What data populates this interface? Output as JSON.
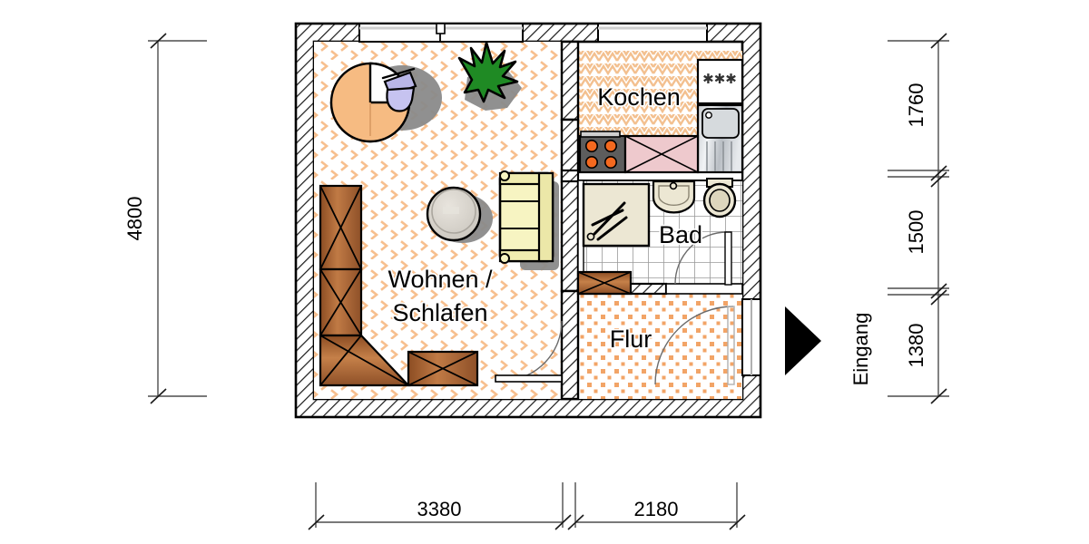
{
  "plan": {
    "title_visible": false,
    "rooms": [
      {
        "id": "wohnen",
        "label_line1": "Wohnen /",
        "label_line2": "Schlafen",
        "floor_pattern": "chevron-orange"
      },
      {
        "id": "kochen",
        "label": "Kochen",
        "floor_pattern": "zigzag-orange"
      },
      {
        "id": "bad",
        "label": "Bad",
        "floor_pattern": "tile-grid-white"
      },
      {
        "id": "flur",
        "label": "Flur",
        "floor_pattern": "dots-orange"
      }
    ],
    "entrance": {
      "label": "Eingang",
      "marker": "left-pointing-triangle"
    },
    "dimensions": {
      "left": [
        {
          "value": "4800",
          "orientation": "vertical"
        }
      ],
      "right": [
        {
          "value": "1760",
          "orientation": "vertical"
        },
        {
          "value": "1500",
          "orientation": "vertical"
        },
        {
          "value": "1380",
          "orientation": "vertical"
        }
      ],
      "bottom": [
        {
          "value": "3380",
          "orientation": "horizontal"
        },
        {
          "value": "2180",
          "orientation": "horizontal"
        }
      ]
    },
    "fixtures": {
      "kitchen": [
        "stove-icon",
        "counter-icon",
        "refrigerator-icon",
        "sink-icon"
      ],
      "bathroom": [
        "shower-icon",
        "washbasin-icon",
        "toilet-icon"
      ],
      "hall": [
        "wardrobe-icon"
      ],
      "living": [
        "wardrobe-l-shape-icon",
        "round-table-icon",
        "sofa-icon",
        "dining-table-icon",
        "chair-icon",
        "plant-icon"
      ]
    },
    "colors": {
      "wall_fill": "#ffffff",
      "wall_stroke": "#000000",
      "floor_orange": "#f5b97f",
      "wood_brown": "#b5713c",
      "sofa_cream": "#f7f4c2",
      "counter_pink": "#eec9cd",
      "appliance_gray": "#c9cdd1",
      "plant_green": "#1f8a24",
      "chair_lavender": "#c3c0ef",
      "shadow_gray": "#8a8a8a",
      "dim_line": "#4d4d4d"
    }
  }
}
